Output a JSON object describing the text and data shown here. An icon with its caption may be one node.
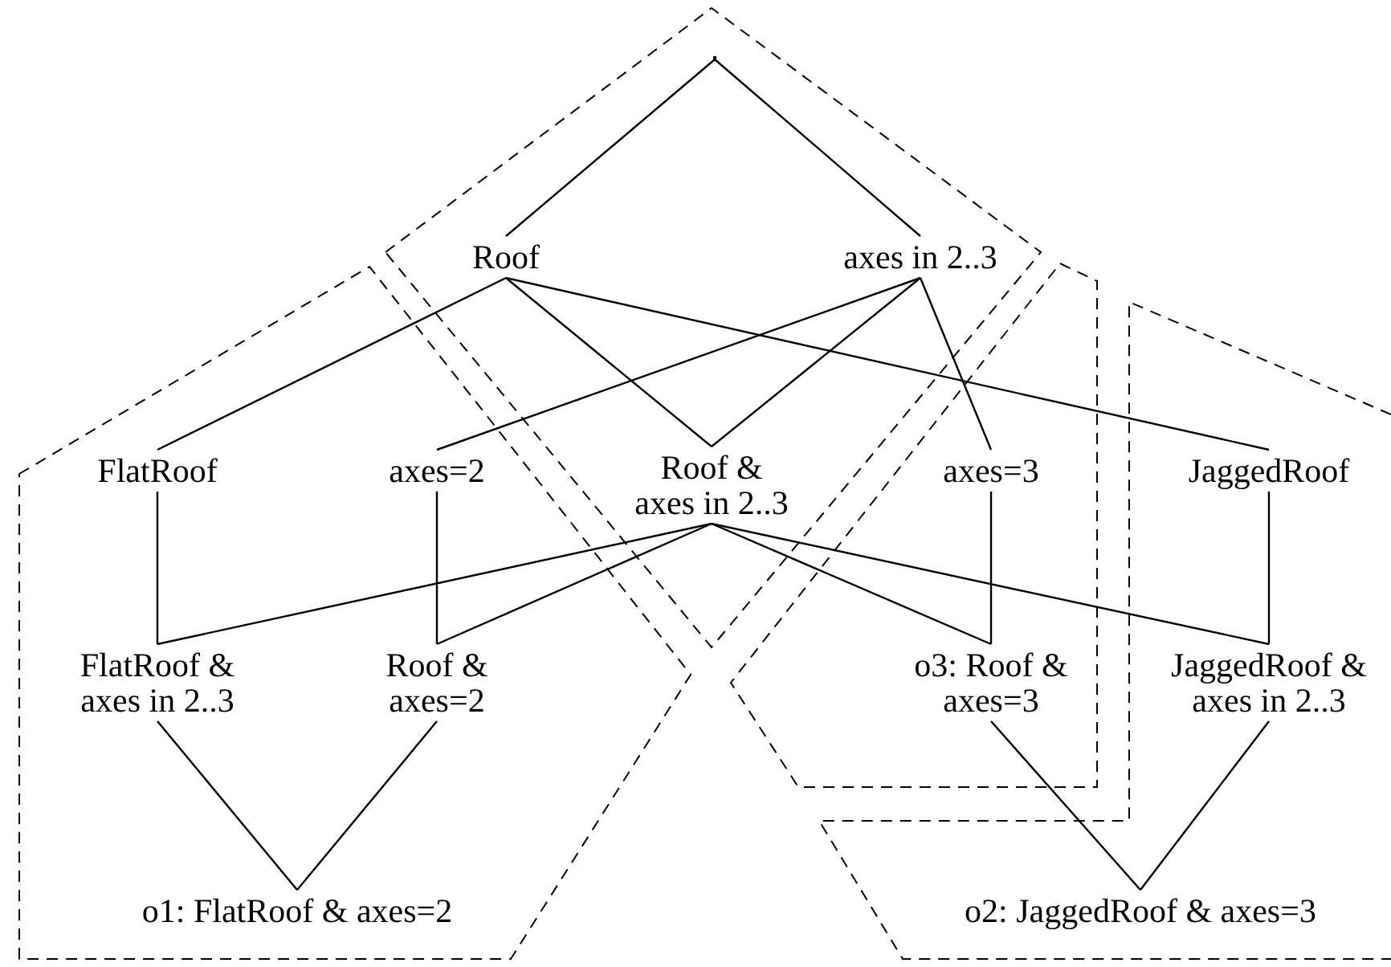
{
  "diagram": {
    "nodes": [
      {
        "text": [],
        "shape": "point"
      },
      {
        "text": [
          "Roof"
        ]
      },
      {
        "text": [
          "axes in 2..3"
        ]
      },
      {
        "text": [
          "FlatRoof"
        ]
      },
      {
        "text": [
          "axes=2"
        ]
      },
      {
        "text": [
          "Roof & axes in 2..3"
        ]
      },
      {
        "text": [
          "axes=3"
        ]
      },
      {
        "text": [
          "JaggedRoof"
        ]
      },
      {
        "text": [
          "FlatRoof & axes in 2..3"
        ]
      },
      {
        "text": [
          "Roof & axes=2"
        ]
      },
      {
        "text": [
          "o3: Roof & axes=3"
        ]
      },
      {
        "text": [
          "JaggedRoof & axes in 2..3"
        ]
      },
      {
        "text": [
          "o1: FlatRoof & axes=2"
        ]
      },
      {
        "text": [
          "o2: JaggedRoof & axes=3"
        ]
      }
    ],
    "edges": [
      {
        "from": 0,
        "to": 1,
        "arrow": "none"
      },
      {
        "from": 0,
        "to": 2,
        "arrow": "none"
      },
      {
        "from": 1,
        "to": 3,
        "arrow": "none"
      },
      {
        "from": 1,
        "to": 5,
        "arrow": "none"
      },
      {
        "from": 1,
        "to": 7,
        "arrow": "none"
      },
      {
        "from": 2,
        "to": 4,
        "arrow": "none"
      },
      {
        "from": 2,
        "to": 5,
        "arrow": "none"
      },
      {
        "from": 2,
        "to": 6,
        "arrow": "none"
      },
      {
        "from": 3,
        "to": 8,
        "arrow": "none"
      },
      {
        "from": 4,
        "to": 9,
        "arrow": "none"
      },
      {
        "from": 5,
        "to": 8,
        "arrow": "none"
      },
      {
        "from": 5,
        "to": 9,
        "arrow": "none"
      },
      {
        "from": 5,
        "to": 10,
        "arrow": "none"
      },
      {
        "from": 5,
        "to": 11,
        "arrow": "none"
      },
      {
        "from": 6,
        "to": 10,
        "arrow": "none"
      },
      {
        "from": 7,
        "to": 11,
        "arrow": "none"
      },
      {
        "from": 8,
        "to": 12,
        "arrow": "none"
      },
      {
        "from": 9,
        "to": 12,
        "arrow": "none"
      },
      {
        "from": 10,
        "to": 13,
        "arrow": "none"
      },
      {
        "from": 11,
        "to": 13,
        "arrow": "none"
      }
    ]
  }
}
